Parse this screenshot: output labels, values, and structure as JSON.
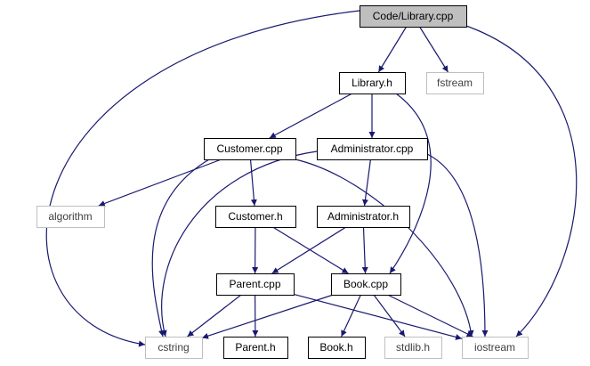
{
  "colors": {
    "edge": "#191970",
    "root_fill": "#bfbfbf",
    "node_border": "#000000",
    "system_border": "#bfbfbf"
  },
  "nodes": [
    {
      "id": "code_library_cpp",
      "label": "Code/Library.cpp",
      "kind": "root"
    },
    {
      "id": "library_h",
      "label": "Library.h",
      "kind": "local"
    },
    {
      "id": "fstream",
      "label": "fstream",
      "kind": "system"
    },
    {
      "id": "customer_cpp",
      "label": "Customer.cpp",
      "kind": "local"
    },
    {
      "id": "administrator_cpp",
      "label": "Administrator.cpp",
      "kind": "local"
    },
    {
      "id": "algorithm",
      "label": "algorithm",
      "kind": "system"
    },
    {
      "id": "customer_h",
      "label": "Customer.h",
      "kind": "local"
    },
    {
      "id": "administrator_h",
      "label": "Administrator.h",
      "kind": "local"
    },
    {
      "id": "parent_cpp",
      "label": "Parent.cpp",
      "kind": "local"
    },
    {
      "id": "book_cpp",
      "label": "Book.cpp",
      "kind": "local"
    },
    {
      "id": "cstring",
      "label": "cstring",
      "kind": "system"
    },
    {
      "id": "parent_h",
      "label": "Parent.h",
      "kind": "local"
    },
    {
      "id": "book_h",
      "label": "Book.h",
      "kind": "local"
    },
    {
      "id": "stdlib_h",
      "label": "stdlib.h",
      "kind": "system"
    },
    {
      "id": "iostream",
      "label": "iostream",
      "kind": "system"
    }
  ],
  "edges": [
    {
      "from": "code_library_cpp",
      "to": "library_h"
    },
    {
      "from": "code_library_cpp",
      "to": "fstream"
    },
    {
      "from": "code_library_cpp",
      "to": "cstring"
    },
    {
      "from": "code_library_cpp",
      "to": "iostream"
    },
    {
      "from": "library_h",
      "to": "customer_cpp"
    },
    {
      "from": "library_h",
      "to": "administrator_cpp"
    },
    {
      "from": "library_h",
      "to": "book_cpp"
    },
    {
      "from": "customer_cpp",
      "to": "algorithm"
    },
    {
      "from": "customer_cpp",
      "to": "customer_h"
    },
    {
      "from": "customer_cpp",
      "to": "cstring"
    },
    {
      "from": "customer_cpp",
      "to": "iostream"
    },
    {
      "from": "administrator_cpp",
      "to": "administrator_h"
    },
    {
      "from": "administrator_cpp",
      "to": "cstring"
    },
    {
      "from": "administrator_cpp",
      "to": "iostream"
    },
    {
      "from": "customer_h",
      "to": "parent_cpp"
    },
    {
      "from": "customer_h",
      "to": "book_cpp"
    },
    {
      "from": "administrator_h",
      "to": "parent_cpp"
    },
    {
      "from": "administrator_h",
      "to": "book_cpp"
    },
    {
      "from": "parent_cpp",
      "to": "cstring"
    },
    {
      "from": "parent_cpp",
      "to": "parent_h"
    },
    {
      "from": "parent_cpp",
      "to": "iostream"
    },
    {
      "from": "book_cpp",
      "to": "cstring"
    },
    {
      "from": "book_cpp",
      "to": "book_h"
    },
    {
      "from": "book_cpp",
      "to": "stdlib_h"
    },
    {
      "from": "book_cpp",
      "to": "iostream"
    }
  ]
}
